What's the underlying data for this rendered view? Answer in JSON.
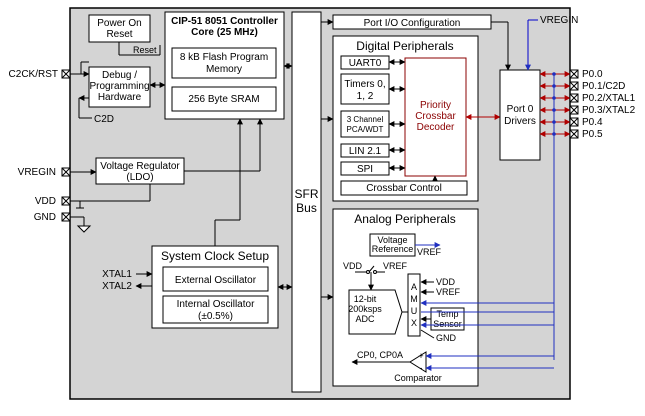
{
  "pins_left": {
    "c2ck": "C2CK/RST",
    "c2d": "C2D",
    "vregin": "VREGIN",
    "vdd": "VDD",
    "gnd": "GND",
    "xtal1": "XTAL1",
    "xtal2": "XTAL2"
  },
  "pins_right": {
    "vregin": "VREGIN",
    "p0_0": "P0.0",
    "p0_1": "P0.1/C2D",
    "p0_2": "P0.2/XTAL1",
    "p0_3": "P0.3/XTAL2",
    "p0_4": "P0.4",
    "p0_5": "P0.5"
  },
  "blocks": {
    "power_on_reset": [
      "Power On",
      "Reset"
    ],
    "reset_label": "Reset",
    "debug": [
      "Debug /",
      "Programming",
      "Hardware"
    ],
    "core_title": [
      "CIP-51 8051 Controller",
      "Core (25 MHz)"
    ],
    "flash": [
      "8 kB Flash Program",
      "Memory"
    ],
    "sram": "256 Byte SRAM",
    "vreg": [
      "Voltage Regulator",
      "(LDO)"
    ],
    "sfr_bus": [
      "SFR",
      "Bus"
    ],
    "port_io_config": "Port I/O Configuration",
    "digital_title": "Digital Peripherals",
    "uart": "UART0",
    "timers": [
      "Timers 0,",
      "1, 2"
    ],
    "pca": [
      "3 Channel",
      "PCA/WDT"
    ],
    "lin": "LIN 2.1",
    "spi": "SPI",
    "crossbar_decoder": [
      "Priority",
      "Crossbar",
      "Decoder"
    ],
    "crossbar_control": "Crossbar Control",
    "port0_drivers": [
      "Port 0",
      "Drivers"
    ],
    "clock_title": "System Clock Setup",
    "ext_osc": "External Oscillator",
    "int_osc": [
      "Internal Oscillator",
      "(±0.5%)"
    ],
    "analog_title": "Analog Peripherals",
    "vref_block": [
      "Voltage",
      "Reference"
    ],
    "vref_out": "VREF",
    "adc_vdd": "VDD",
    "adc_vref": "VREF",
    "adc": [
      "12-bit",
      "200ksps",
      "ADC"
    ],
    "amux": [
      "A",
      "M",
      "U",
      "X"
    ],
    "amux_vdd": "VDD",
    "amux_vref": "VREF",
    "temp_sensor": [
      "Temp",
      "Sensor"
    ],
    "amux_gnd": "GND",
    "cp_out": "CP0, CP0A",
    "comparator": "Comparator",
    "comp_plus": "+",
    "comp_minus": "-"
  },
  "colors": {
    "chip_bg": "#d4d4d4",
    "crossbar": "#8b0000",
    "vregin_line": "#0000cc",
    "pin_line_blue": "#1f2fc0",
    "pin_line_red": "#b00000"
  }
}
